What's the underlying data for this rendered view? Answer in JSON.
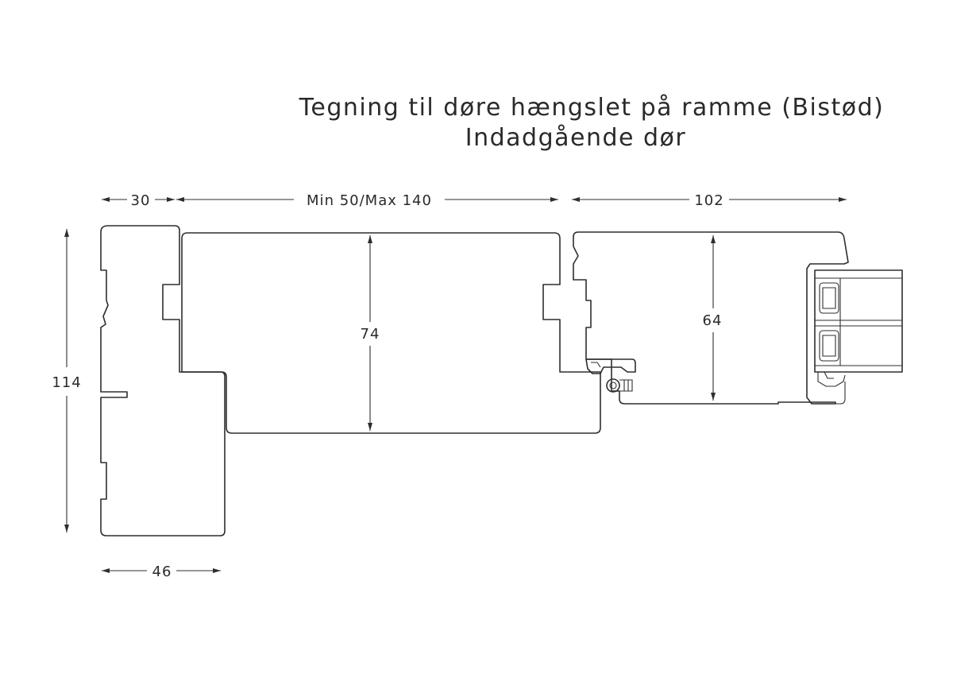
{
  "title": {
    "line1": "Tegning til døre hængslet på ramme (Bistød)",
    "line2": "Indadgående dør"
  },
  "dimensions": {
    "frame_width": "30",
    "door_gap": "Min 50/Max 140",
    "sash_width": "102",
    "total_height": "114",
    "door_thickness": "74",
    "sash_height": "64",
    "frame_depth": "46"
  }
}
